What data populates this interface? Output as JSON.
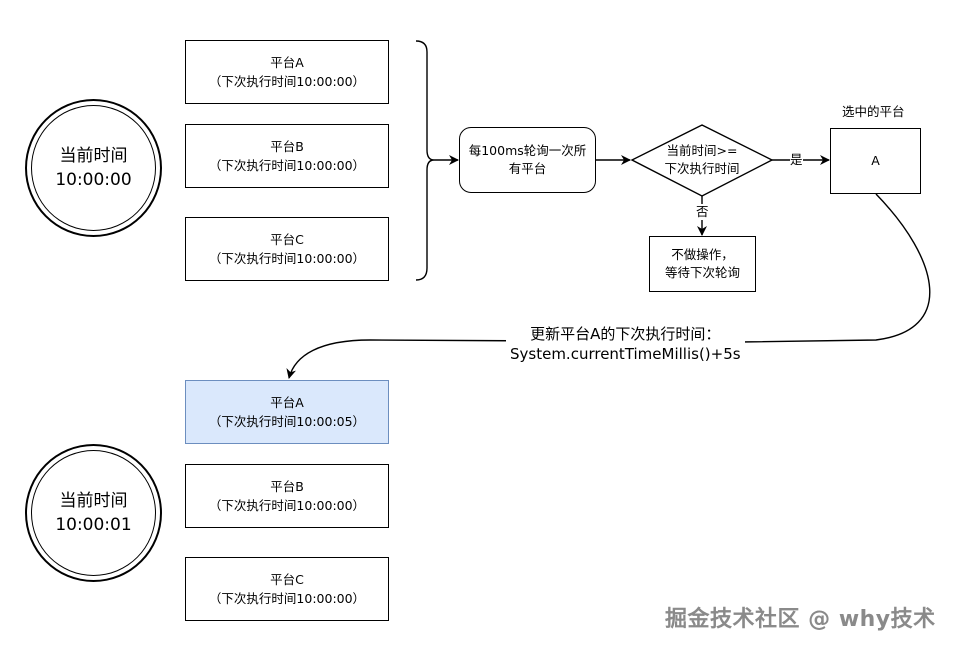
{
  "clock_top": {
    "line1": "当前时间",
    "line2": "10:00:00"
  },
  "clock_bottom": {
    "line1": "当前时间",
    "line2": "10:00:01"
  },
  "platforms_top": [
    {
      "name": "平台A",
      "next": "（下次执行时间10:00:00）"
    },
    {
      "name": "平台B",
      "next": "（下次执行时间10:00:00）"
    },
    {
      "name": "平台C",
      "next": "（下次执行时间10:00:00）"
    }
  ],
  "platforms_bottom": [
    {
      "name": "平台A",
      "next": "（下次执行时间10:00:05）",
      "highlight": true
    },
    {
      "name": "平台B",
      "next": "（下次执行时间10:00:00）"
    },
    {
      "name": "平台C",
      "next": "（下次执行时间10:00:00）"
    }
  ],
  "poll_node": {
    "line1": "每100ms轮询一次所",
    "line2": "有平台"
  },
  "decision": {
    "line1": "当前时间>=",
    "line2": "下次执行时间"
  },
  "yes_label": "是",
  "no_label": "否",
  "selected": {
    "caption": "选中的平台",
    "value": "A"
  },
  "noop": {
    "line1": "不做操作，",
    "line2": "等待下次轮询"
  },
  "update_note": {
    "line1": "更新平台A的下次执行时间：",
    "line2": "System.currentTimeMillis()+5s"
  },
  "watermark": "掘金技术社区 @ why技术",
  "colors": {
    "highlight_fill": "#dae8fc",
    "highlight_stroke": "#6c8ebf"
  }
}
